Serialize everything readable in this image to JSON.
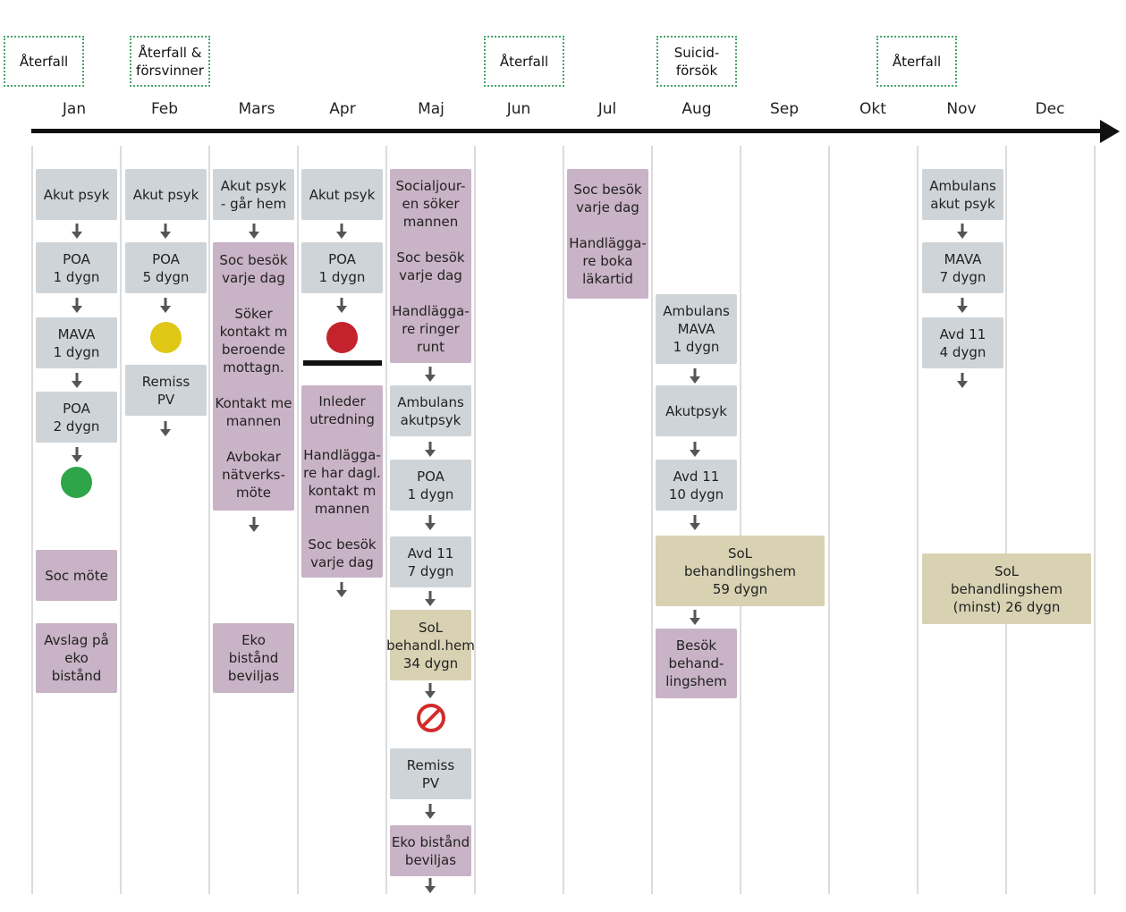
{
  "colors": {
    "grey_box": "#cfd4d8",
    "purple_box": "#c9b3c6",
    "tan_box": "#d8d2b3",
    "event_border": "#4aa36a",
    "green_dot": "#2ea548",
    "yellow_dot": "#dfc716",
    "red_dot": "#c4232d",
    "forbidden": "#d42a2a"
  },
  "months": [
    "Jan",
    "Feb",
    "Mars",
    "Apr",
    "Maj",
    "Jun",
    "Jul",
    "Aug",
    "Sep",
    "Okt",
    "Nov",
    "Dec"
  ],
  "events": [
    {
      "month": "Jan",
      "text": "Återfall"
    },
    {
      "month": "Feb",
      "text": "Återfall &\nförsvinner"
    },
    {
      "month": "Jun",
      "text": "Återfall"
    },
    {
      "month": "Aug",
      "text": "Suicid-\nförsök"
    },
    {
      "month": "Nov",
      "text": "Återfall"
    }
  ],
  "boxes": {
    "jan": [
      {
        "kind": "grey",
        "text": "Akut psyk"
      },
      {
        "kind": "grey",
        "text": "POA\n1 dygn"
      },
      {
        "kind": "grey",
        "text": "MAVA\n1 dygn"
      },
      {
        "kind": "grey",
        "text": "POA\n2 dygn"
      },
      {
        "kind": "purple",
        "text": "Soc möte"
      },
      {
        "kind": "purple",
        "text": "Avslag på\neko\nbistånd"
      }
    ],
    "feb": [
      {
        "kind": "grey",
        "text": "Akut psyk"
      },
      {
        "kind": "grey",
        "text": "POA\n5  dygn"
      },
      {
        "kind": "grey",
        "text": "Remiss\nPV"
      }
    ],
    "mar": [
      {
        "kind": "grey",
        "text": "Akut psyk\n- går hem"
      },
      {
        "kind": "purple",
        "paras": [
          "Soc besök\nvarje dag",
          "Söker\nkontakt m\nberoende\nmottagn.",
          "Kontakt me\nmannen",
          "Avbokar\nnätverks-\nmöte"
        ]
      },
      {
        "kind": "purple",
        "text": "Eko\nbistånd\nbeviljas"
      }
    ],
    "apr": [
      {
        "kind": "grey",
        "text": "Akut psyk"
      },
      {
        "kind": "grey",
        "text": "POA\n1  dygn"
      },
      {
        "kind": "purple",
        "paras": [
          "Inleder\nutredning",
          "Handlägga-\nre har dagl.\nkontakt m\nmannen",
          "Soc besök\nvarje dag"
        ]
      }
    ],
    "maj": [
      {
        "kind": "purple",
        "paras": [
          "Socialjour-\nen söker\nmannen",
          "Soc besök\nvarje dag",
          "Handlägga-\nre ringer\nrunt"
        ]
      },
      {
        "kind": "grey",
        "text": "Ambulans\nakutpsyk"
      },
      {
        "kind": "grey",
        "text": "POA\n1 dygn"
      },
      {
        "kind": "grey",
        "text": "Avd 11\n7 dygn"
      },
      {
        "kind": "tan",
        "text": "SoL\nbehandl.hem\n34 dygn"
      },
      {
        "kind": "grey",
        "text": "Remiss\nPV"
      },
      {
        "kind": "purple",
        "text": "Eko bistånd\nbeviljas"
      }
    ],
    "jul": [
      {
        "kind": "purple",
        "paras": [
          "Soc besök\nvarje dag",
          "Handlägga-\nre boka\nläkartid"
        ]
      }
    ],
    "aug": [
      {
        "kind": "grey",
        "text": "Ambulans\nMAVA\n1 dygn"
      },
      {
        "kind": "grey",
        "text": "Akutpsyk"
      },
      {
        "kind": "grey",
        "text": "Avd 11\n10 dygn"
      },
      {
        "kind": "tan",
        "text": "SoL\nbehandlingshem\n59 dygn"
      },
      {
        "kind": "purple",
        "text": "Besök\nbehand-\nlingshem"
      }
    ],
    "nov": [
      {
        "kind": "grey",
        "text": "Ambulans\nakut psyk"
      },
      {
        "kind": "grey",
        "text": "MAVA\n7 dygn"
      },
      {
        "kind": "grey",
        "text": "Avd 11\n4 dygn"
      },
      {
        "kind": "tan",
        "text": "SoL\nbehandlingshem\n(minst) 26 dygn"
      }
    ]
  }
}
